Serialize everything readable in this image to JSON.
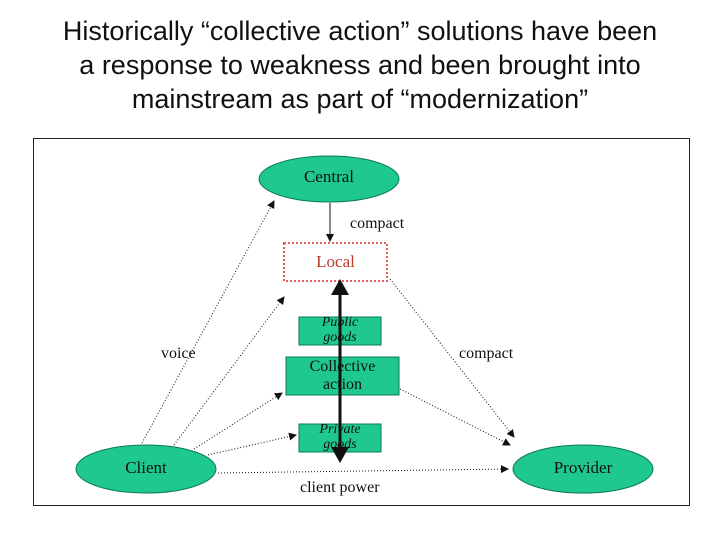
{
  "slide": {
    "title_lines": [
      "Historically “collective action” solutions have been",
      "a response to weakness and been brought into",
      "mainstream as part of “modernization”"
    ]
  },
  "diagram": {
    "colors": {
      "node_fill": "#1fc890",
      "node_stroke": "#0c7a55",
      "local_border": "#e06060",
      "local_text": "#c0392b",
      "line": "#111111"
    },
    "nodes": {
      "central": "Central",
      "local": "Local",
      "client": "Client",
      "provider": "Provider",
      "public_goods": [
        "Public",
        "goods"
      ],
      "collective_action": [
        "Collective",
        "action"
      ],
      "private_goods": [
        "Private",
        "goods"
      ]
    },
    "edge_labels": {
      "compact_top": "compact",
      "voice": "voice",
      "compact_right": "compact",
      "client_power": "client power"
    }
  }
}
